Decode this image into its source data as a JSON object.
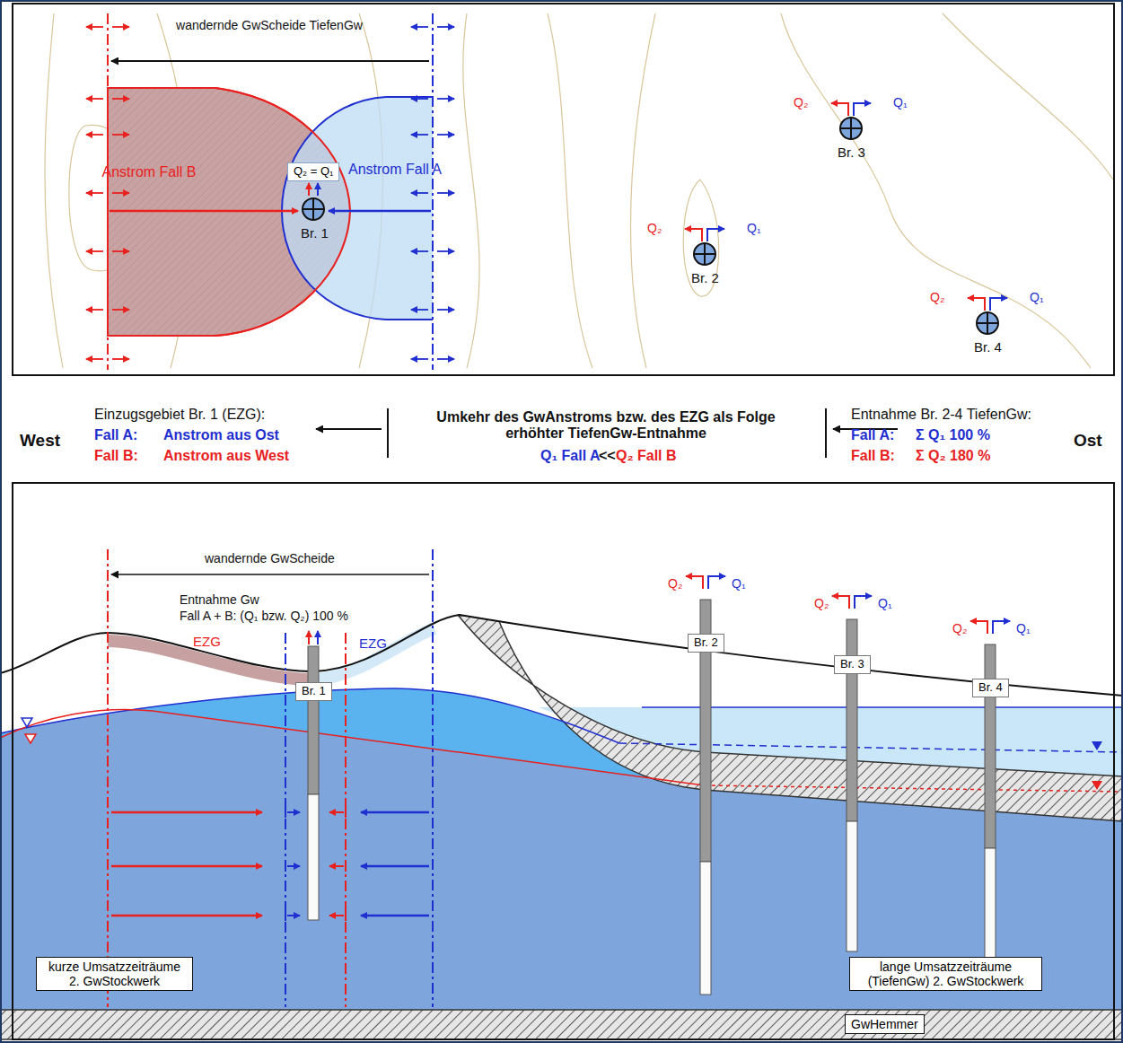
{
  "diagram": {
    "nodes": [
      {
        "text": [
          "Q₂ = Q₁"
        ]
      },
      {
        "text": [
          "Br. 1"
        ]
      },
      {
        "text": [
          "Br. 2"
        ]
      },
      {
        "text": [
          "Br. 3"
        ]
      },
      {
        "text": [
          "Br. 4"
        ]
      },
      {
        "text": [
          "kurze Umsatzzeiträume 2. GwStockwerk"
        ]
      },
      {
        "text": [
          "lange Umsatzzeiträume (TiefenGw) 2. GwStockwerk"
        ]
      },
      {
        "text": [
          "GwHemmer"
        ]
      }
    ],
    "labels": [
      "wandernde GwScheide TiefenGw",
      "Anstrom Fall B",
      "Anstrom Fall A",
      "Br. 1",
      "Br. 2",
      "Br. 3",
      "Br. 4",
      "Q₂",
      "Q₁",
      "Q₂",
      "Q₁",
      "Q₂",
      "Q₁",
      "West",
      "Einzugsgebiet Br. 1 (EZG):",
      "Fall A:",
      "Anstrom aus Ost",
      "Fall B:",
      "Anstrom aus West",
      "Umkehr des GwAnstroms bzw. des EZG als Folge erhöhter TiefenGw-Entnahme",
      "Q₁ Fall A",
      "<<",
      "Q₂ Fall B",
      "Entnahme Br. 2-4 TiefenGw:",
      "Fall A:",
      "Σ Q₁ 100 %",
      "Fall B:",
      "Σ Q₂ 180 %",
      "Ost",
      "wandernde GwScheide",
      "Entnahme Gw",
      "Fall A + B: (Q₁ bzw. Q₂) 100 %",
      "EZG",
      "EZG",
      "Q₂",
      "Q₁",
      "Q₂",
      "Q₁",
      "Q₂",
      "Q₁"
    ]
  }
}
